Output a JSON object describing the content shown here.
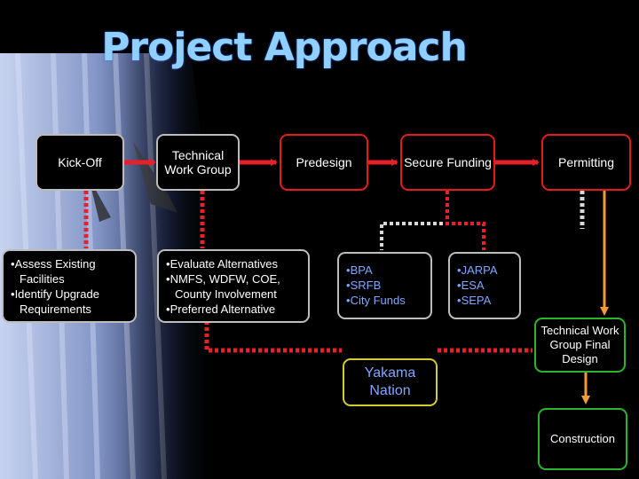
{
  "title": "Project Approach",
  "colors": {
    "red_arrow": "#e8202a",
    "dotted_red": "#e8202a",
    "dotted_gray": "#d8d8d8",
    "orange_arrow": "#f39a3a",
    "title": "#8fd0ff"
  },
  "steps": {
    "kickoff": "Kick-Off",
    "technical_work_group": "Technical Work Group",
    "predesign": "Predesign",
    "secure_funding": "Secure Funding",
    "permitting": "Permitting",
    "final_design": "Technical Work Group Final Design",
    "construction": "Construction",
    "yakama": "Yakama Nation"
  },
  "lists": {
    "kickoff": [
      "Assess Existing Facilities",
      "Identify Upgrade Requirements"
    ],
    "twg": [
      "Evaluate Alternatives",
      "NMFS, WDFW, COE, County Involvement",
      "Preferred Alternative"
    ],
    "funding": [
      "BPA",
      "SRFB",
      "City Funds"
    ],
    "permitting": [
      "JARPA",
      "ESA",
      "SEPA"
    ]
  }
}
